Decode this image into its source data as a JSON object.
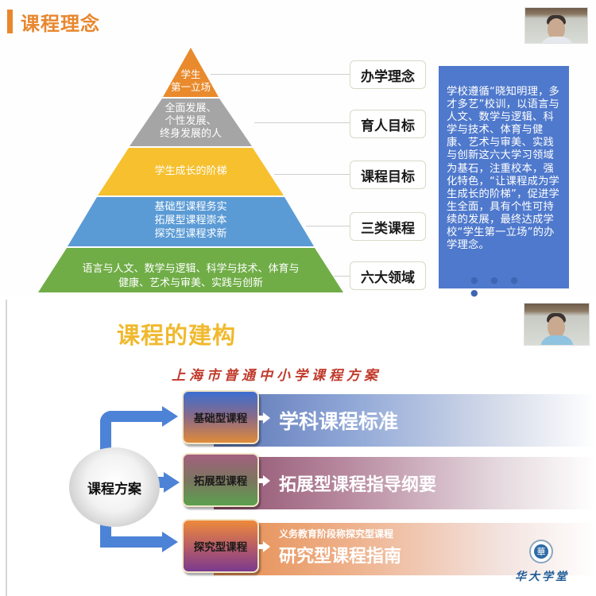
{
  "slide1": {
    "title": "课程理念",
    "accent_color": "#e8872e",
    "pyramid": {
      "levels": [
        {
          "lines": [
            "学生",
            "第一立场"
          ],
          "color": "#e98a2c",
          "label": "办学理念"
        },
        {
          "lines": [
            "全面发展、",
            "个性发展、",
            "终身发展的人"
          ],
          "color": "#a5a5a5",
          "label": "育人目标"
        },
        {
          "lines": [
            "学生成长的阶梯"
          ],
          "color": "#f6c02f",
          "label": "课程目标"
        },
        {
          "lines": [
            "基础型课程务实",
            "拓展型课程崇本",
            "探究型课程求新"
          ],
          "color": "#5b9bd5",
          "label": "三类课程"
        },
        {
          "lines": [
            "语言与人文、数学与逻辑、科学与技术、体育与",
            "健康、艺术与审美、实践与创新"
          ],
          "color": "#70ad47",
          "label": "六大领域"
        }
      ]
    },
    "info_panel": {
      "text": "学校遵循“晓知明理，多才多艺”校训，以语言与人文、数学与逻辑、科学与技术、体育与健康、艺术与审美、实践与创新这六大学习领域为基石，注重校本，强化特色，“让课程成为学生成长的阶梯”，促进学生全面，具有个性可持续的发展，最终达成学校“学生第一立场”的办学理念。",
      "bg_color": "#4f79cc"
    },
    "webcam": {
      "icon": "webcam-video-icon"
    }
  },
  "slide2": {
    "title": "课程的建构",
    "subtitle": "上海市普通中小学课程方案",
    "hub_label": "课程方案",
    "courses": [
      {
        "name": "基础型课程",
        "doc_small": "",
        "doc": "学科课程标准"
      },
      {
        "name": "拓展型课程",
        "doc_small": "",
        "doc": "拓展型课程指导纲要"
      },
      {
        "name": "探究型课程",
        "doc_small": "义务教育阶段称探究型课程",
        "doc": "研究型课程指南"
      }
    ],
    "logo_text": "华大学堂",
    "logo_glyph": "華",
    "webcam": {
      "icon": "webcam-video-icon"
    }
  }
}
